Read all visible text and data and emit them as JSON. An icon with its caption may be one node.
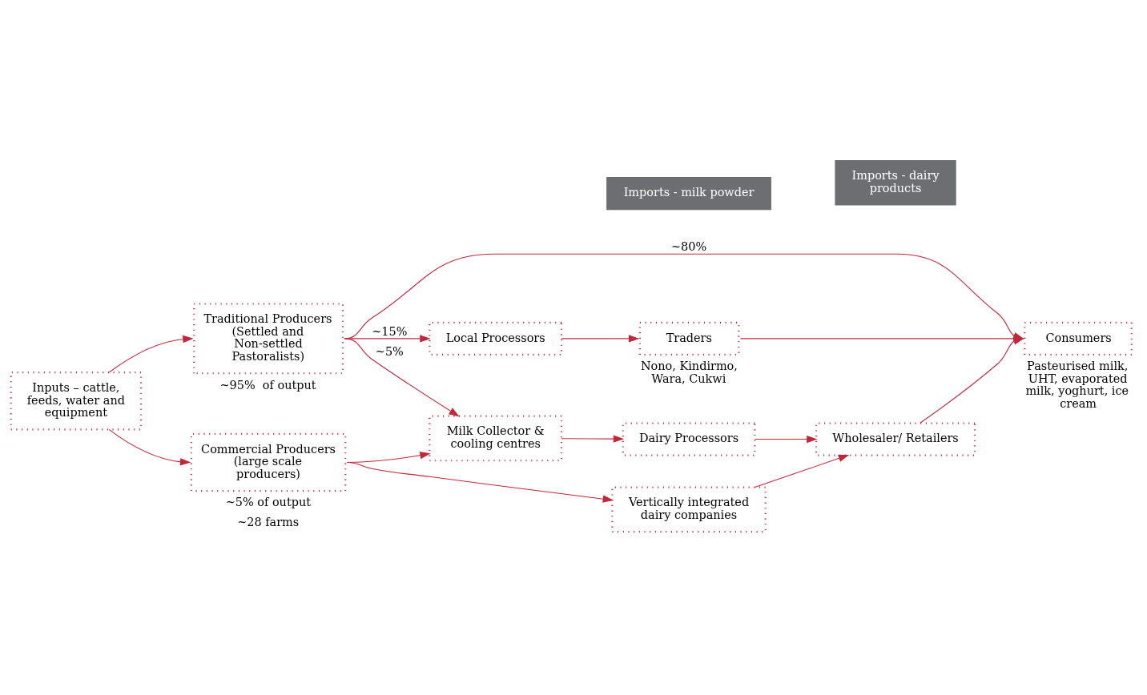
{
  "diagram": {
    "nodes": [
      {
        "text": [
          "Traditional Producers (Settled and Non-settled Pastoralists)"
        ],
        "beside": [
          "~95%  of output"
        ]
      },
      {
        "text": [
          "Local Processors"
        ]
      },
      {
        "text": [
          "Traders"
        ],
        "beside": [
          "Nono, Kindirmo, Wara, Cukwi"
        ]
      },
      {
        "text": [
          "Imports - dairy products"
        ]
      },
      {
        "text": [
          "Inputs – cattle, feeds, water and equipment"
        ]
      },
      {
        "text": [
          "Milk Collector & cooling centres"
        ]
      },
      {
        "text": [
          "Dairy Processors"
        ]
      },
      {
        "text": [
          "Wholesaler/ Retailers"
        ]
      },
      {
        "text": [
          "Consumers"
        ],
        "beside": [
          "Pasteurised milk, UHT, evaporated milk, yoghurt, ice cream"
        ]
      },
      {
        "text": [
          "Imports - milk powder"
        ]
      },
      {
        "text": [
          "Commercial Producers (large scale producers)"
        ],
        "beside": [
          "~5% of output",
          "~28 farms"
        ]
      },
      {
        "text": [
          "Vertically integrated dairy companies"
        ]
      }
    ],
    "edges": [
      {
        "from": 0,
        "to": 8,
        "arrow": "to",
        "label": "~80%"
      },
      {
        "from": 0,
        "to": 1,
        "arrow": "to",
        "label": "~15%"
      },
      {
        "from": 1,
        "to": 2,
        "arrow": "to"
      },
      {
        "from": 2,
        "to": 8,
        "arrow": "to"
      },
      {
        "from": 0,
        "to": 5,
        "arrow": "to",
        "label": "~5%"
      },
      {
        "from": 4,
        "to": 0,
        "arrow": "to"
      },
      {
        "from": 4,
        "to": 10,
        "arrow": "to"
      },
      {
        "from": 10,
        "to": 5,
        "arrow": "to"
      },
      {
        "from": 5,
        "to": 6,
        "arrow": "to"
      },
      {
        "from": 6,
        "to": 7,
        "arrow": "to"
      },
      {
        "from": 7,
        "to": 8,
        "arrow": "to"
      },
      {
        "from": 10,
        "to": 11,
        "arrow": "to"
      },
      {
        "from": 11,
        "to": 7,
        "arrow": "to"
      }
    ]
  }
}
